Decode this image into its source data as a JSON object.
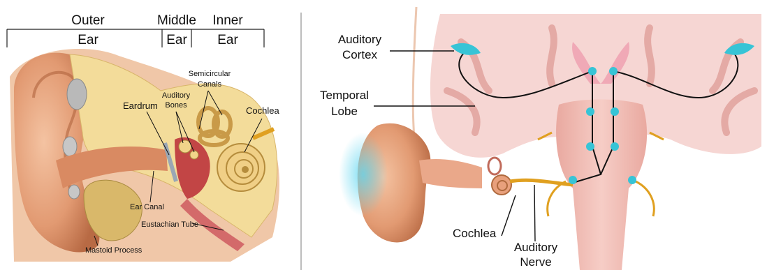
{
  "left_panel": {
    "header": {
      "outer_top": "Outer",
      "outer_bottom": "Ear",
      "middle_top": "Middle",
      "middle_bottom": "Ear",
      "inner_top": "Inner",
      "inner_bottom": "Ear"
    },
    "labels": {
      "semicircular_canals_1": "Semicircular",
      "semicircular_canals_2": "Canals",
      "auditory_bones_1": "Auditory",
      "auditory_bones_2": "Bones",
      "eardrum": "Eardrum",
      "cochlea": "Cochlea",
      "ear_canal": "Ear Canal",
      "eustachian_tube": "Eustachian Tube",
      "mastoid_process": "Mastoid Process"
    }
  },
  "right_panel": {
    "labels": {
      "auditory_cortex_1": "Auditory",
      "auditory_cortex_2": "Cortex",
      "temporal_lobe_1": "Temporal",
      "temporal_lobe_2": "Lobe",
      "cochlea": "Cochlea",
      "auditory_nerve_1": "Auditory",
      "auditory_nerve_2": "Nerve"
    }
  },
  "colors": {
    "skin": "#e8a47e",
    "skin_dark": "#c9784f",
    "bone": "#f3dc9a",
    "brain": "#f6d6d3",
    "brain_fold": "#e9b3ae",
    "nucleus": "#37c4d6",
    "nerve": "#e0a020"
  }
}
